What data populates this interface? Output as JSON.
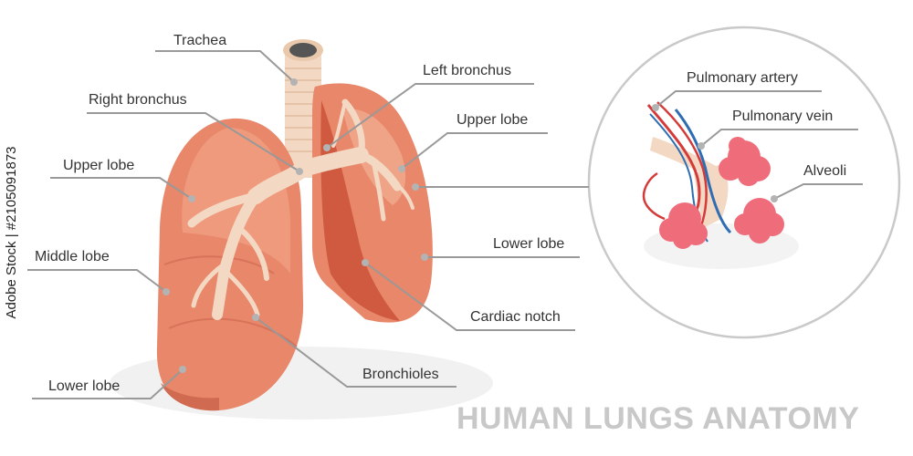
{
  "title": "HUMAN LUNGS ANATOMY",
  "watermark": "Adobe Stock | #2105091873",
  "colors": {
    "lung_main": "#e8876a",
    "lung_light": "#f0a487",
    "lung_dark": "#d0583d",
    "airway": "#f3d9c4",
    "alveoli": "#ef6c7b",
    "artery": "#d43a3a",
    "vein": "#2f6db3",
    "leader": "#999999",
    "title": "#c8c8c8"
  },
  "labels": {
    "trachea": "Trachea",
    "right_bronchus": "Right bronchus",
    "left_bronchus": "Left bronchus",
    "upper_lobe_right": "Upper lobe",
    "upper_lobe_left": "Upper lobe",
    "middle_lobe": "Middle lobe",
    "lower_lobe_right": "Lower lobe",
    "lower_lobe_left": "Lower lobe",
    "cardiac_notch": "Cardiac notch",
    "bronchioles": "Bronchioles",
    "pulmonary_artery": "Pulmonary artery",
    "pulmonary_vein": "Pulmonary vein",
    "alveoli": "Alveoli"
  }
}
